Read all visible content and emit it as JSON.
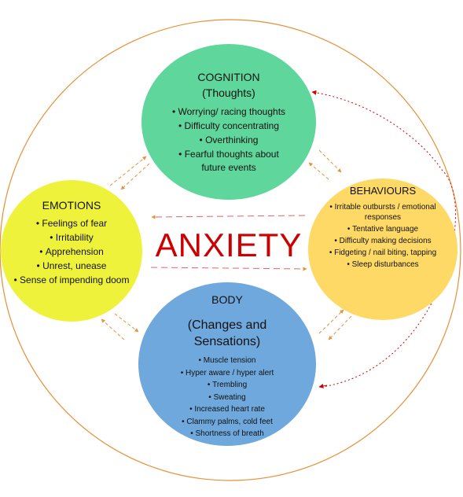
{
  "center": {
    "title": "ANXIETY"
  },
  "nodes": {
    "cognition": {
      "title": "COGNITION",
      "subtitle": "(Thoughts)",
      "items": [
        "Worrying/ racing thoughts",
        "Difficulty concentrating",
        "Overthinking",
        "Fearful thoughts about future events"
      ]
    },
    "emotions": {
      "title": "EMOTIONS",
      "items": [
        "Feelings of fear",
        "Irritability",
        "Apprehension",
        "Unrest, unease",
        "Sense of impending doom"
      ]
    },
    "behaviours": {
      "title": "BEHAVIOURS",
      "items": [
        "Irritable outbursts / emotional responses",
        "Tentative language",
        "Difficulty making decisions",
        "Fidgeting / nail biting, tapping",
        "Sleep disturbances"
      ]
    },
    "body": {
      "title": "BODY",
      "subtitle": "(Changes and Sensations)",
      "items": [
        "Muscle tension",
        "Hyper aware / hyper alert",
        "Trembling",
        "Sweating",
        "Increased heart rate",
        "Clammy palms, cold feet",
        "Shortness of breath"
      ]
    }
  },
  "colors": {
    "outer_circle": "#e69138",
    "arrows": "#e69138",
    "center_dash": "#e06666",
    "feedback_dots": "#cc0000",
    "cognition": "#5fd79c",
    "emotions": "#eff23a",
    "behaviours": "#ffd966",
    "body": "#6fa8dc",
    "anxiety_text": "#cc0000"
  }
}
